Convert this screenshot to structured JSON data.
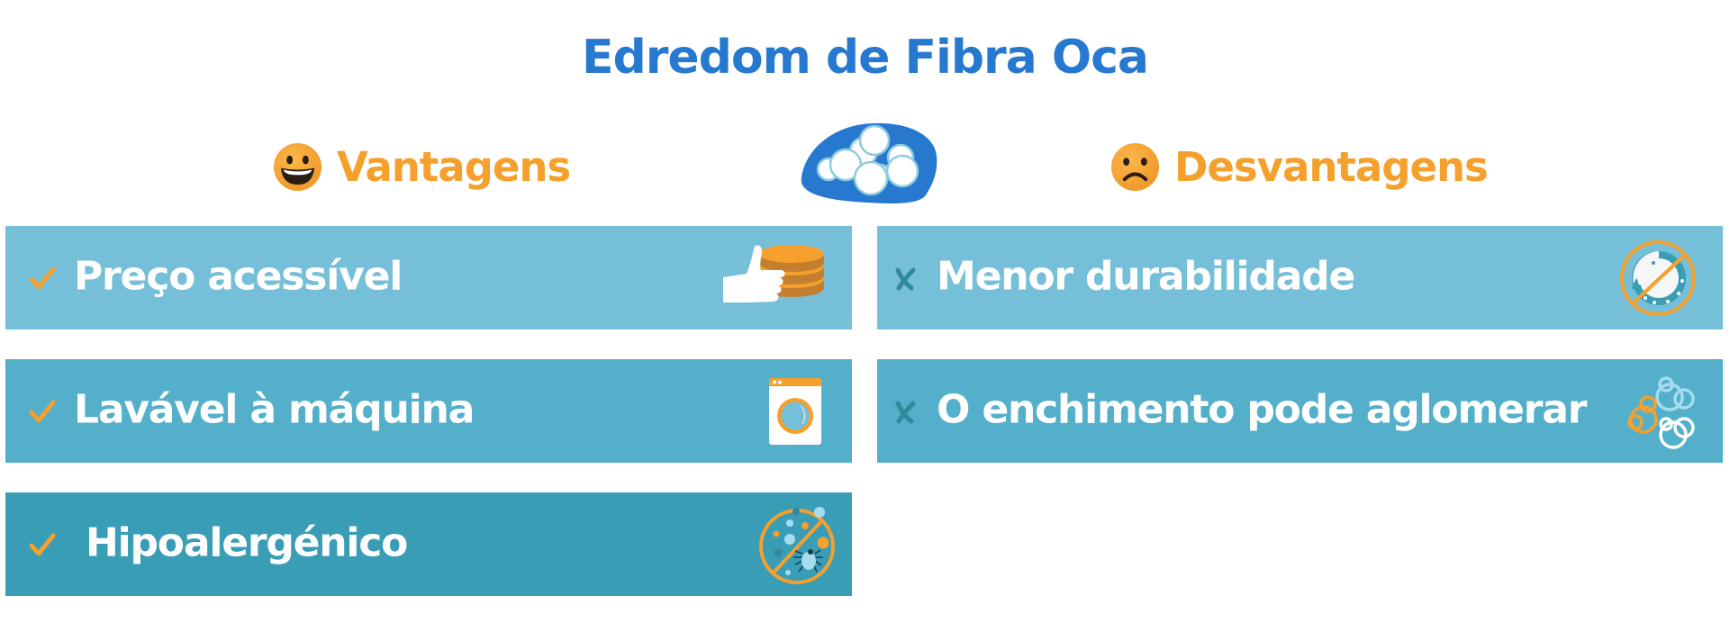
{
  "title": "Edredom de Fibra Oca",
  "header": {
    "center_icon": "cloud-fiber-icon",
    "pros": {
      "label": "Vantagens",
      "icon": "grinning-face-icon"
    },
    "cons": {
      "label": "Desvantagens",
      "icon": "frowning-face-icon"
    }
  },
  "colors": {
    "title": "#2779d0",
    "heading": "#f5a02c",
    "row_1": "#76bfd8",
    "row_2": "#53afca",
    "row_3": "#3a9db6",
    "check": "#f5a02c",
    "cross": "#2f8a9c",
    "text": "#ffffff"
  },
  "pros": [
    {
      "mark": "check-icon",
      "label": "Preço acessível",
      "icon": "thumbs-up-coins-icon"
    },
    {
      "mark": "check-icon",
      "label": "Lavável à máquina",
      "icon": "washing-machine-icon"
    },
    {
      "mark": "check-icon",
      "label": "Hipoalergénico",
      "icon": "no-mites-icon"
    }
  ],
  "cons": [
    {
      "mark": "cross-icon",
      "label": "Menor durabilidade",
      "icon": "no-durability-icon"
    },
    {
      "mark": "cross-icon",
      "label": "O enchimento pode aglomerar",
      "icon": "clumping-fibers-icon"
    }
  ]
}
